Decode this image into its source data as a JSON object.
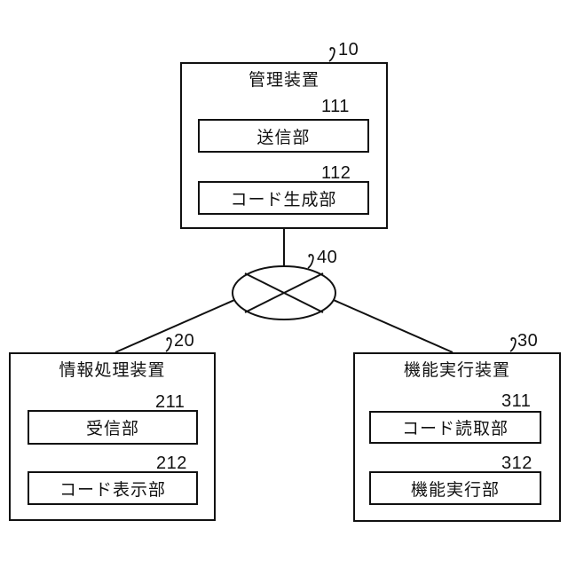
{
  "figure": {
    "nodes": {
      "management": {
        "title": "管理装置",
        "ref": "10",
        "children": [
          {
            "label": "送信部",
            "ref": "111"
          },
          {
            "label": "コード生成部",
            "ref": "112"
          }
        ]
      },
      "info_processing": {
        "title": "情報処理装置",
        "ref": "20",
        "children": [
          {
            "label": "受信部",
            "ref": "211"
          },
          {
            "label": "コード表示部",
            "ref": "212"
          }
        ]
      },
      "function_exec": {
        "title": "機能実行装置",
        "ref": "30",
        "children": [
          {
            "label": "コード読取部",
            "ref": "311"
          },
          {
            "label": "機能実行部",
            "ref": "312"
          }
        ]
      },
      "network": {
        "ref": "40",
        "symbol": "network-ellipse-x"
      }
    },
    "line_color": "#111111",
    "background": "#ffffff"
  }
}
